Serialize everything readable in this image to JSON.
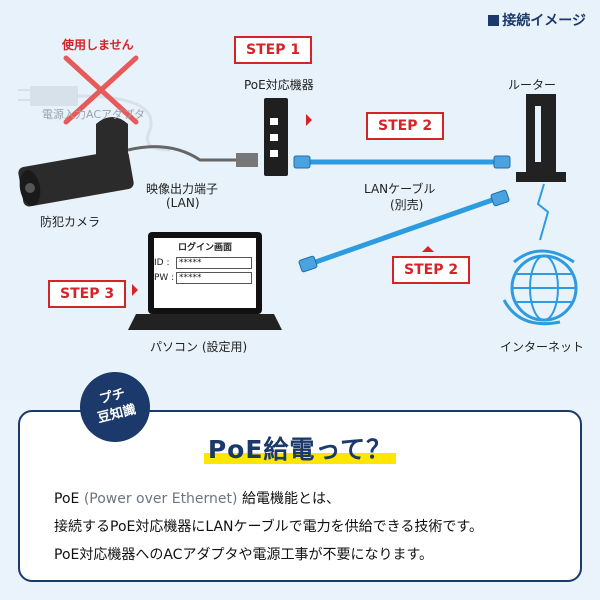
{
  "heading": "接続イメージ",
  "not_used_label": "使用しません",
  "adapter_label": "電源入力ACアダプタ",
  "steps": {
    "step1": "STEP 1",
    "step2a": "STEP 2",
    "step2b": "STEP 2",
    "step3": "STEP 3"
  },
  "devices": {
    "poe_device": "PoE対応機器",
    "router": "ルーター",
    "camera": "防犯カメラ",
    "output_port_line1": "映像出力端子",
    "output_port_line2": "(LAN)",
    "lan_cable_line1": "LANケーブル",
    "lan_cable_line2": "(別売)",
    "pc": "パソコン (設定用)",
    "internet": "インターネット"
  },
  "login": {
    "title": "ログイン画面",
    "id_label": "ID :",
    "id_value": "*****",
    "pw_label": "PW :",
    "pw_value": "*****"
  },
  "info": {
    "badge_line1": "プチ",
    "badge_line2": "豆知識",
    "title": "PoE給電って？",
    "line1_a": "PoE",
    "line1_b": "(Power over Ethernet)",
    "line1_c": "給電機能とは、",
    "line2": "接続するPoE対応機器にLANケーブルで電力を供給できる技術です。",
    "line3": "PoE対応機器へのACアダプタや電源工事が不要になります。"
  },
  "colors": {
    "navy": "#1b3a6b",
    "red": "#d4242a",
    "cable": "#2d9be0",
    "highlight": "#ffe600"
  }
}
